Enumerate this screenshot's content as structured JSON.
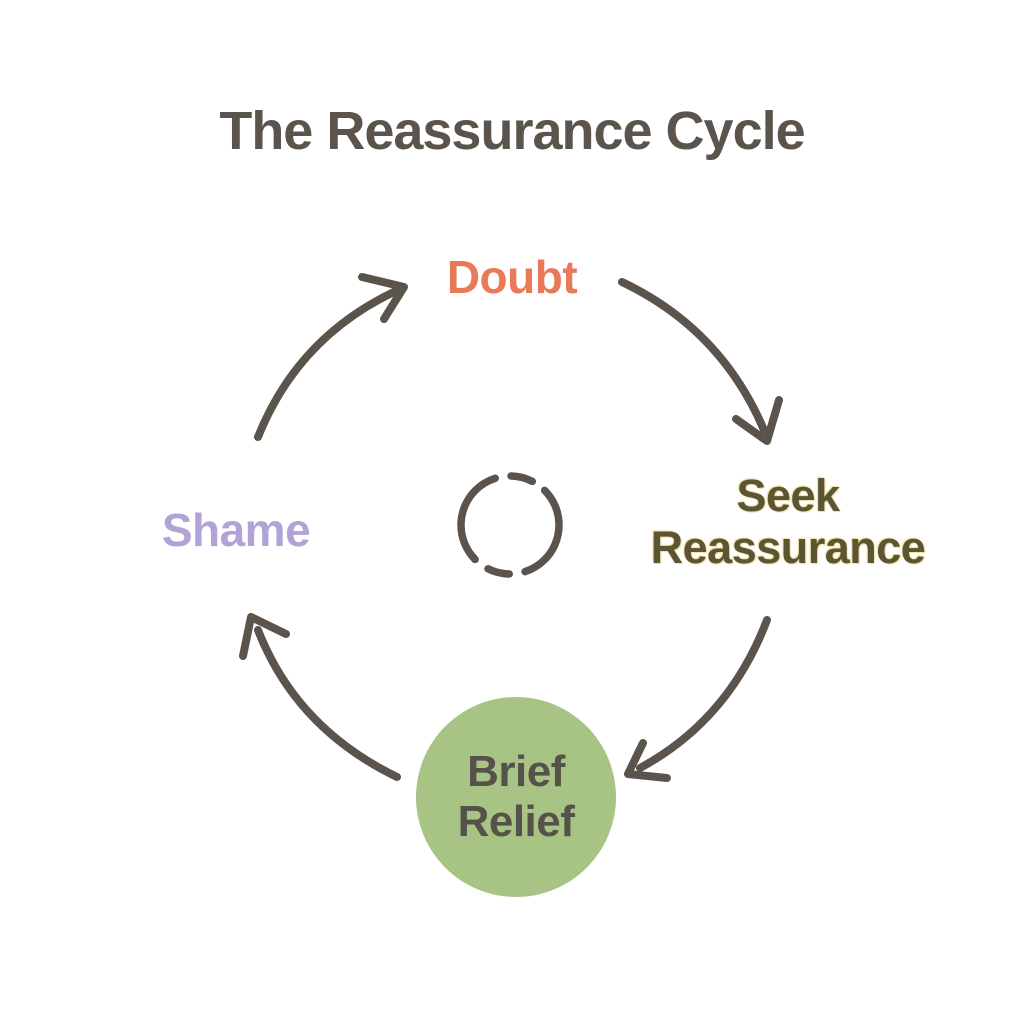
{
  "title": "The Reassurance Cycle",
  "colors": {
    "background": "#ffffff",
    "ink": "#5b544c",
    "doubt_text": "#e87a58",
    "seek_reassurance_text": "#5d5434",
    "seek_reassurance_halo": "#ecdf9b",
    "shame_text": "#b2a3d7",
    "relief_circle_fill": "#a8c485",
    "relief_text": "#56514b"
  },
  "cycle": {
    "center_icon": "dashed-circle",
    "nodes": [
      {
        "id": "doubt",
        "label": "Doubt",
        "position": "top"
      },
      {
        "id": "seek-reassurance",
        "label": "Seek Reassurance",
        "position": "right"
      },
      {
        "id": "brief-relief",
        "label": "Brief Relief",
        "position": "bottom"
      },
      {
        "id": "shame",
        "label": "Shame",
        "position": "left"
      }
    ],
    "arrows": [
      {
        "from": "shame",
        "to": "doubt"
      },
      {
        "from": "doubt",
        "to": "seek-reassurance"
      },
      {
        "from": "seek-reassurance",
        "to": "brief-relief"
      },
      {
        "from": "brief-relief",
        "to": "shame"
      }
    ]
  }
}
